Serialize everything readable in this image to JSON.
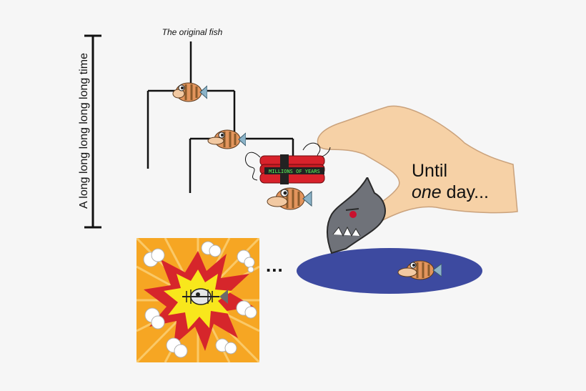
{
  "labels": {
    "time_scale": "A long long long long long time",
    "original_fish": "The original fish",
    "until_line1": "Until",
    "until_line2_em": "one",
    "until_line2_rest": " day...",
    "dynamite": "MILLIONS OF YEARS",
    "ellipsis": "..."
  },
  "colors": {
    "pond": "#3d4aa0",
    "explosion_bg": "#f6a623",
    "dynamite_red": "#d8222b",
    "skin": "#f6d1a6",
    "fish_body": "#e3955d",
    "fish_stripe": "#8a5a2b",
    "predator": "#6f7279"
  },
  "icons": [
    "fish-icon",
    "predator-fish-icon",
    "dynamite-icon",
    "hand-icon",
    "explosion-icon",
    "fish-skeleton-icon"
  ]
}
